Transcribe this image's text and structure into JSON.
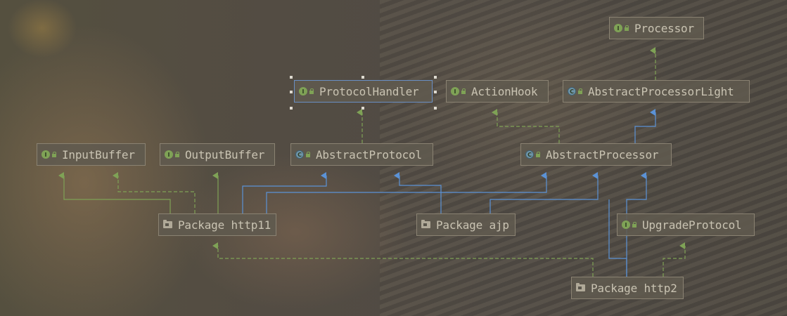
{
  "nodes": {
    "processor": {
      "label": "Processor",
      "icon": "interface-icon"
    },
    "protocol_handler": {
      "label": "ProtocolHandler",
      "icon": "interface-icon"
    },
    "action_hook": {
      "label": "ActionHook",
      "icon": "interface-icon"
    },
    "abstract_processor_light": {
      "label": "AbstractProcessorLight",
      "icon": "abstract-class-icon"
    },
    "input_buffer": {
      "label": "InputBuffer",
      "icon": "interface-icon"
    },
    "output_buffer": {
      "label": "OutputBuffer",
      "icon": "interface-icon"
    },
    "abstract_protocol": {
      "label": "AbstractProtocol",
      "icon": "abstract-class-icon"
    },
    "abstract_processor": {
      "label": "AbstractProcessor",
      "icon": "abstract-class-icon"
    },
    "package_http11": {
      "label": "Package http11",
      "icon": "folder-icon"
    },
    "package_ajp": {
      "label": "Package ajp",
      "icon": "folder-icon"
    },
    "upgrade_protocol": {
      "label": "UpgradeProtocol",
      "icon": "interface-icon"
    },
    "package_http2": {
      "label": "Package http2",
      "icon": "folder-icon"
    }
  },
  "selected_node": "ProtocolHandler",
  "colors": {
    "implements_edge": "#7fa256",
    "extends_edge": "#5b92d6",
    "selection": "#6a8fc4"
  }
}
